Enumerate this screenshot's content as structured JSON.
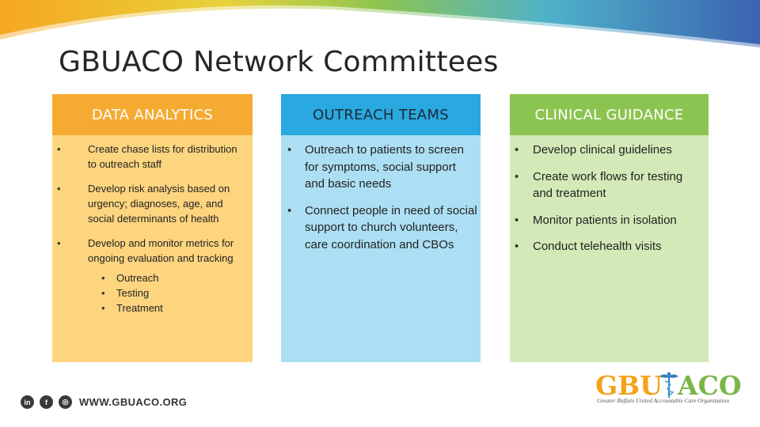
{
  "title": "GBUACO Network Committees",
  "colors": {
    "orange": "#f5ab31",
    "blue": "#29a9df",
    "green": "#8cc451"
  },
  "columns": [
    {
      "heading": "DATA ANALYTICS",
      "items": [
        "Create chase lists for distribution to outreach staff",
        "Develop risk analysis based on urgency; diagnoses, age, and social determinants of health",
        "Develop and monitor metrics for ongoing evaluation and tracking"
      ],
      "subitems": [
        "Outreach",
        "Testing",
        "Treatment"
      ]
    },
    {
      "heading": "OUTREACH TEAMS",
      "items": [
        "Outreach to patients to screen for symptoms, social support and basic needs",
        "Connect people in need of social support to church volunteers, care coordination and CBOs"
      ]
    },
    {
      "heading": "CLINICAL GUIDANCE",
      "items": [
        "Develop clinical guidelines",
        "Create work flows for testing and treatment",
        "Monitor patients in isolation",
        "Conduct telehealth visits"
      ]
    }
  ],
  "footer": {
    "social": [
      {
        "icon": "linkedin-icon",
        "glyph": "in"
      },
      {
        "icon": "facebook-icon",
        "glyph": "f"
      },
      {
        "icon": "instagram-icon",
        "glyph": "◎"
      }
    ],
    "website": "WWW.GBUACO.ORG"
  },
  "logo": {
    "left": "GBU",
    "right": "ACO",
    "tagline": "Greater Buffalo United Accountable Care Organization"
  }
}
